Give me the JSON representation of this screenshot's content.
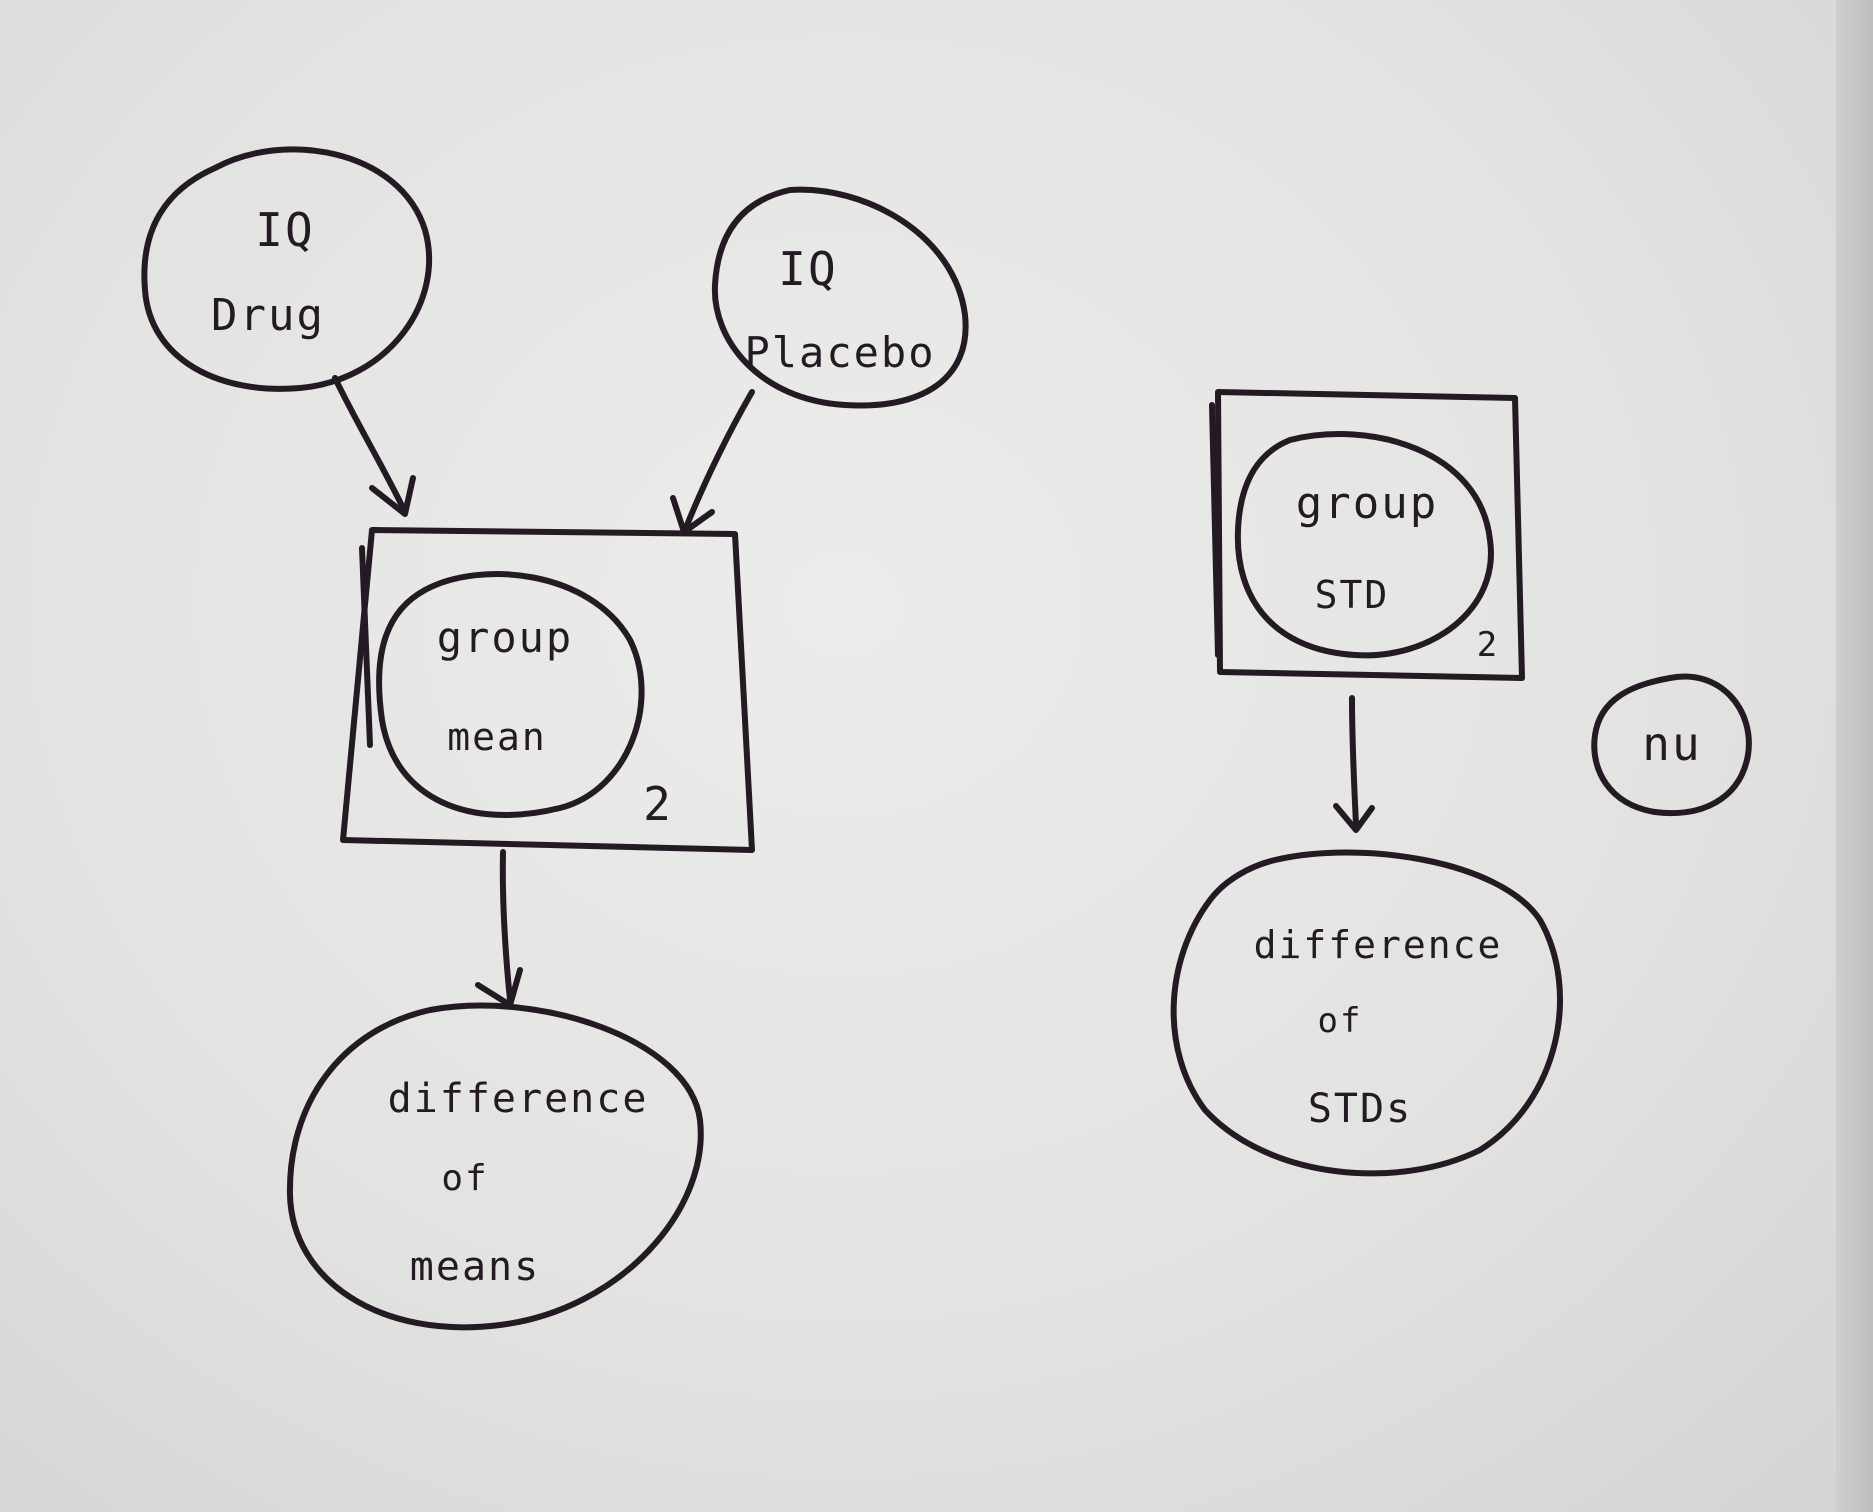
{
  "nodes": {
    "iq_drug": [
      "IQ",
      "Drug"
    ],
    "iq_placebo": [
      "IQ",
      "Placebo"
    ],
    "group_mean": [
      "group",
      "mean"
    ],
    "group_std": [
      "group",
      "STD"
    ],
    "diff_means": [
      "difference",
      "of",
      "means"
    ],
    "diff_stds": [
      "difference",
      "of",
      "STDs"
    ],
    "nu": "nu"
  },
  "plates": {
    "mean_plate_count": "2",
    "std_plate_count": "2"
  },
  "colors": {
    "ink": "#231a24",
    "paper": "#e6e6e5"
  }
}
